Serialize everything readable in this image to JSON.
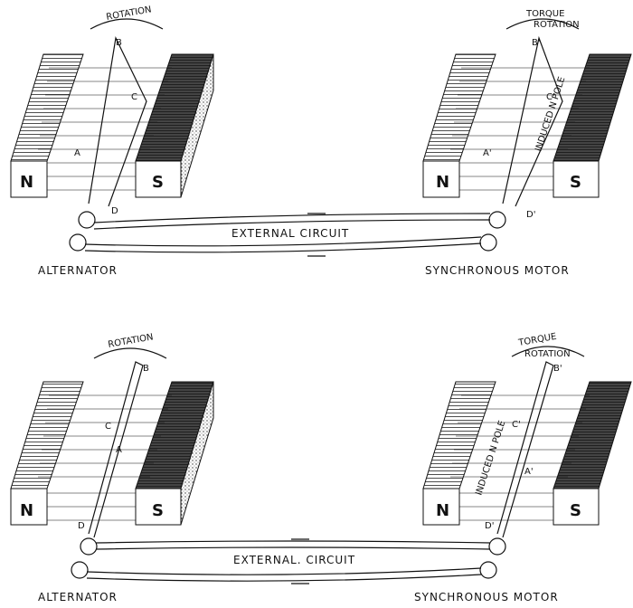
{
  "panels": [
    {
      "id": "top",
      "generator_label": "ALTERNATOR",
      "motor_label": "SYNCHRONOUS MOTOR",
      "circuit_label": "EXTERNAL CIRCUIT",
      "gen_rotation": "ROTATION",
      "motor_torque": "TORQUE",
      "motor_rotation": "ROTATION",
      "induced": "INDUCED N POLE",
      "north": "N",
      "south": "S",
      "gen_points": [
        "A",
        "B",
        "C",
        "D"
      ],
      "motor_points": [
        "A'",
        "B'",
        "C'",
        "D'"
      ]
    },
    {
      "id": "bottom",
      "generator_label": "ALTERNATOR",
      "motor_label": "SYNCHRONOUS MOTOR",
      "circuit_label": "EXTERNAL. CIRCUIT",
      "gen_rotation": "ROTATION",
      "motor_torque": "TORQUE",
      "motor_rotation": "ROTATION",
      "induced": "INDUCED N POLE",
      "north": "N",
      "south": "S",
      "gen_points": [
        "A",
        "B",
        "C",
        "D"
      ],
      "motor_points": [
        "A'",
        "B'",
        "C'",
        "D'"
      ]
    }
  ]
}
